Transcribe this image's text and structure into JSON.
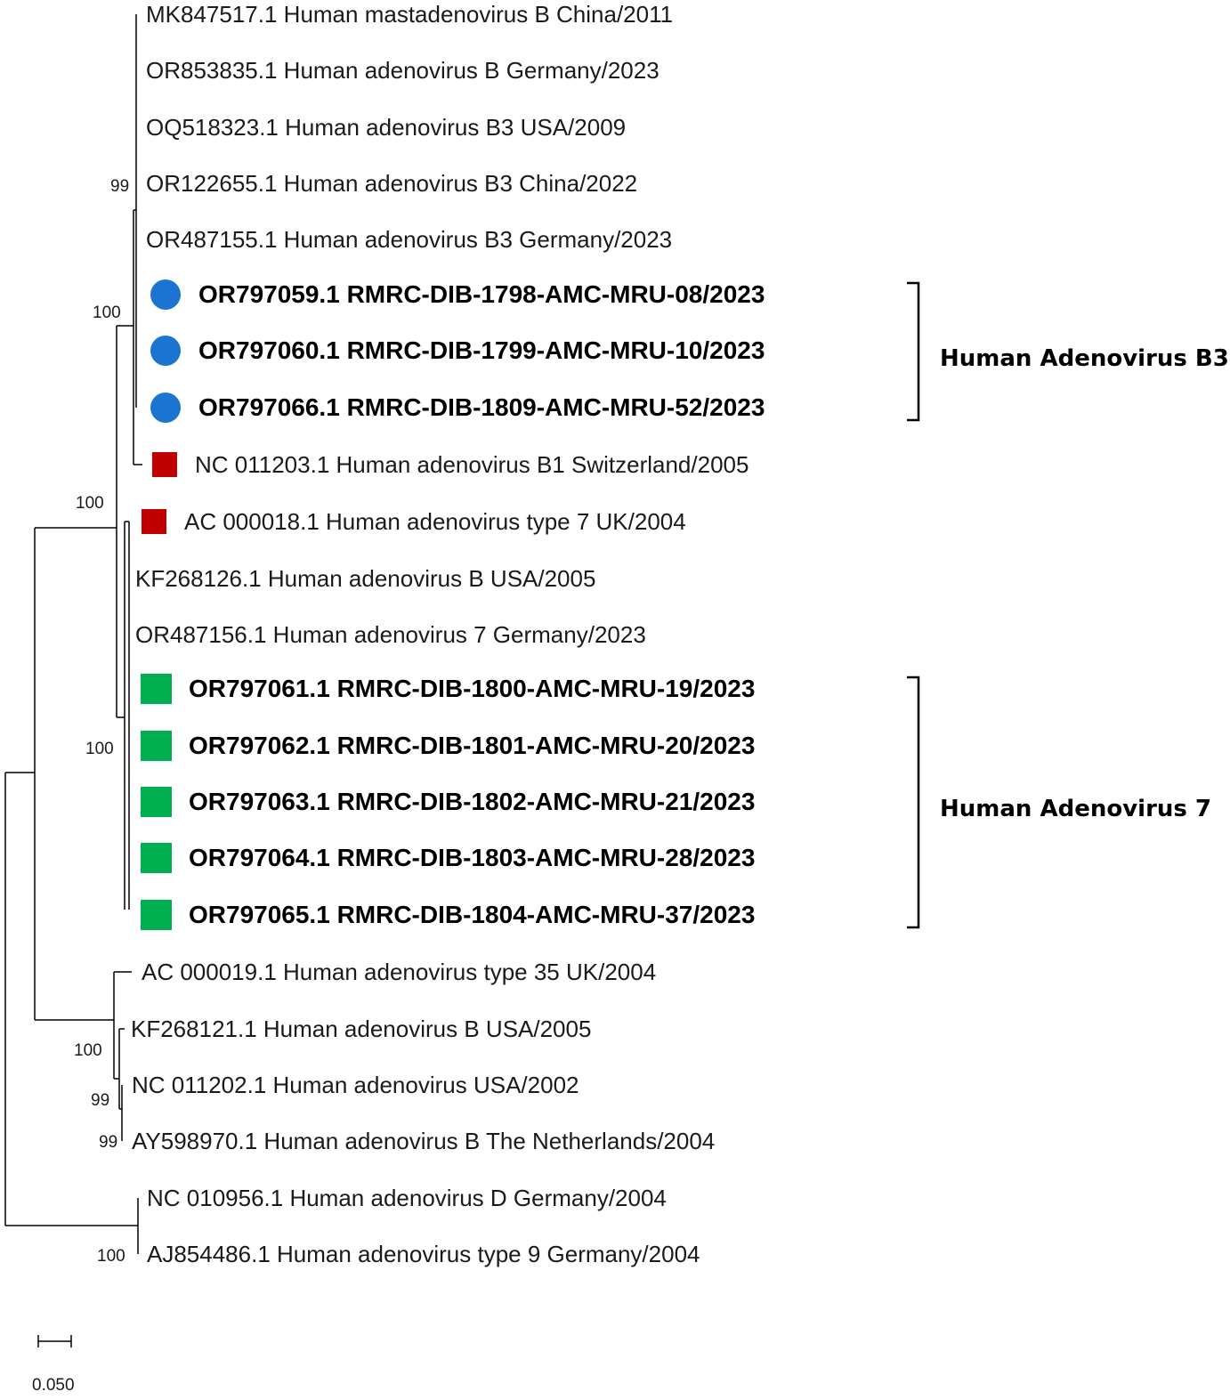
{
  "colors": {
    "circle_blue": "#1b74d1",
    "square_red": "#c00000",
    "square_green": "#00b050"
  },
  "leaves": [
    {
      "label": "MK847517.1 Human mastadenovirus B China/2011"
    },
    {
      "label": "OR853835.1 Human adenovirus B Germany/2023"
    },
    {
      "label": "OQ518323.1 Human adenovirus B3 USA/2009"
    },
    {
      "label": "OR122655.1 Human adenovirus B3 China/2022"
    },
    {
      "label": "OR487155.1 Human adenovirus B3 Germany/2023"
    },
    {
      "label": "OR797059.1 RMRC-DIB-1798-AMC-MRU-08/2023",
      "bold": true,
      "marker": "circle-blue"
    },
    {
      "label": "OR797060.1 RMRC-DIB-1799-AMC-MRU-10/2023",
      "bold": true,
      "marker": "circle-blue"
    },
    {
      "label": "OR797066.1 RMRC-DIB-1809-AMC-MRU-52/2023",
      "bold": true,
      "marker": "circle-blue"
    },
    {
      "label": "NC 011203.1 Human adenovirus B1 Switzerland/2005",
      "marker": "square-red"
    },
    {
      "label": "AC 000018.1 Human adenovirus type 7 UK/2004",
      "marker": "square-red"
    },
    {
      "label": "KF268126.1 Human adenovirus B USA/2005"
    },
    {
      "label": "OR487156.1 Human adenovirus 7 Germany/2023"
    },
    {
      "label": "OR797061.1 RMRC-DIB-1800-AMC-MRU-19/2023",
      "bold": true,
      "marker": "square-green"
    },
    {
      "label": "OR797062.1 RMRC-DIB-1801-AMC-MRU-20/2023",
      "bold": true,
      "marker": "square-green"
    },
    {
      "label": "OR797063.1 RMRC-DIB-1802-AMC-MRU-21/2023",
      "bold": true,
      "marker": "square-green"
    },
    {
      "label": "OR797064.1 RMRC-DIB-1803-AMC-MRU-28/2023",
      "bold": true,
      "marker": "square-green"
    },
    {
      "label": "OR797065.1 RMRC-DIB-1804-AMC-MRU-37/2023",
      "bold": true,
      "marker": "square-green"
    },
    {
      "label": "AC 000019.1 Human adenovirus type 35 UK/2004"
    },
    {
      "label": "KF268121.1 Human adenovirus B USA/2005"
    },
    {
      "label": "NC 011202.1 Human adenovirus  USA/2002"
    },
    {
      "label": "AY598970.1 Human adenovirus B The Netherlands/2004"
    },
    {
      "label": "NC 010956.1 Human adenovirus D Germany/2004"
    },
    {
      "label": "AJ854486.1 Human adenovirus type 9 Germany/2004"
    }
  ],
  "bootstrap_values": [
    "99",
    "100",
    "100",
    "100",
    "100",
    "99",
    "99",
    "100"
  ],
  "groups": [
    {
      "label": "Human Adenovirus B3"
    },
    {
      "label": "Human Adenovirus 7"
    }
  ],
  "scale_bar": {
    "label": "0.050"
  }
}
